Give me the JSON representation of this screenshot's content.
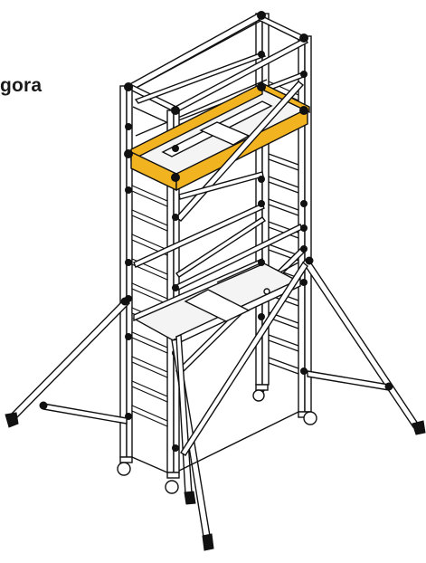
{
  "caption": {
    "text": "gora"
  },
  "colors": {
    "line": "#111111",
    "frame_fill": "#ffffff",
    "toe_board": "#f2b320",
    "platform": "#f4f4f4",
    "foot": "#111111"
  },
  "components": {
    "tower": "mobile-scaffold-tower",
    "top_guardrail": "yellow-toe-board-deck",
    "middle_platform": "platform-with-hatch",
    "outriggers": 4,
    "castor_wheels": 4
  }
}
